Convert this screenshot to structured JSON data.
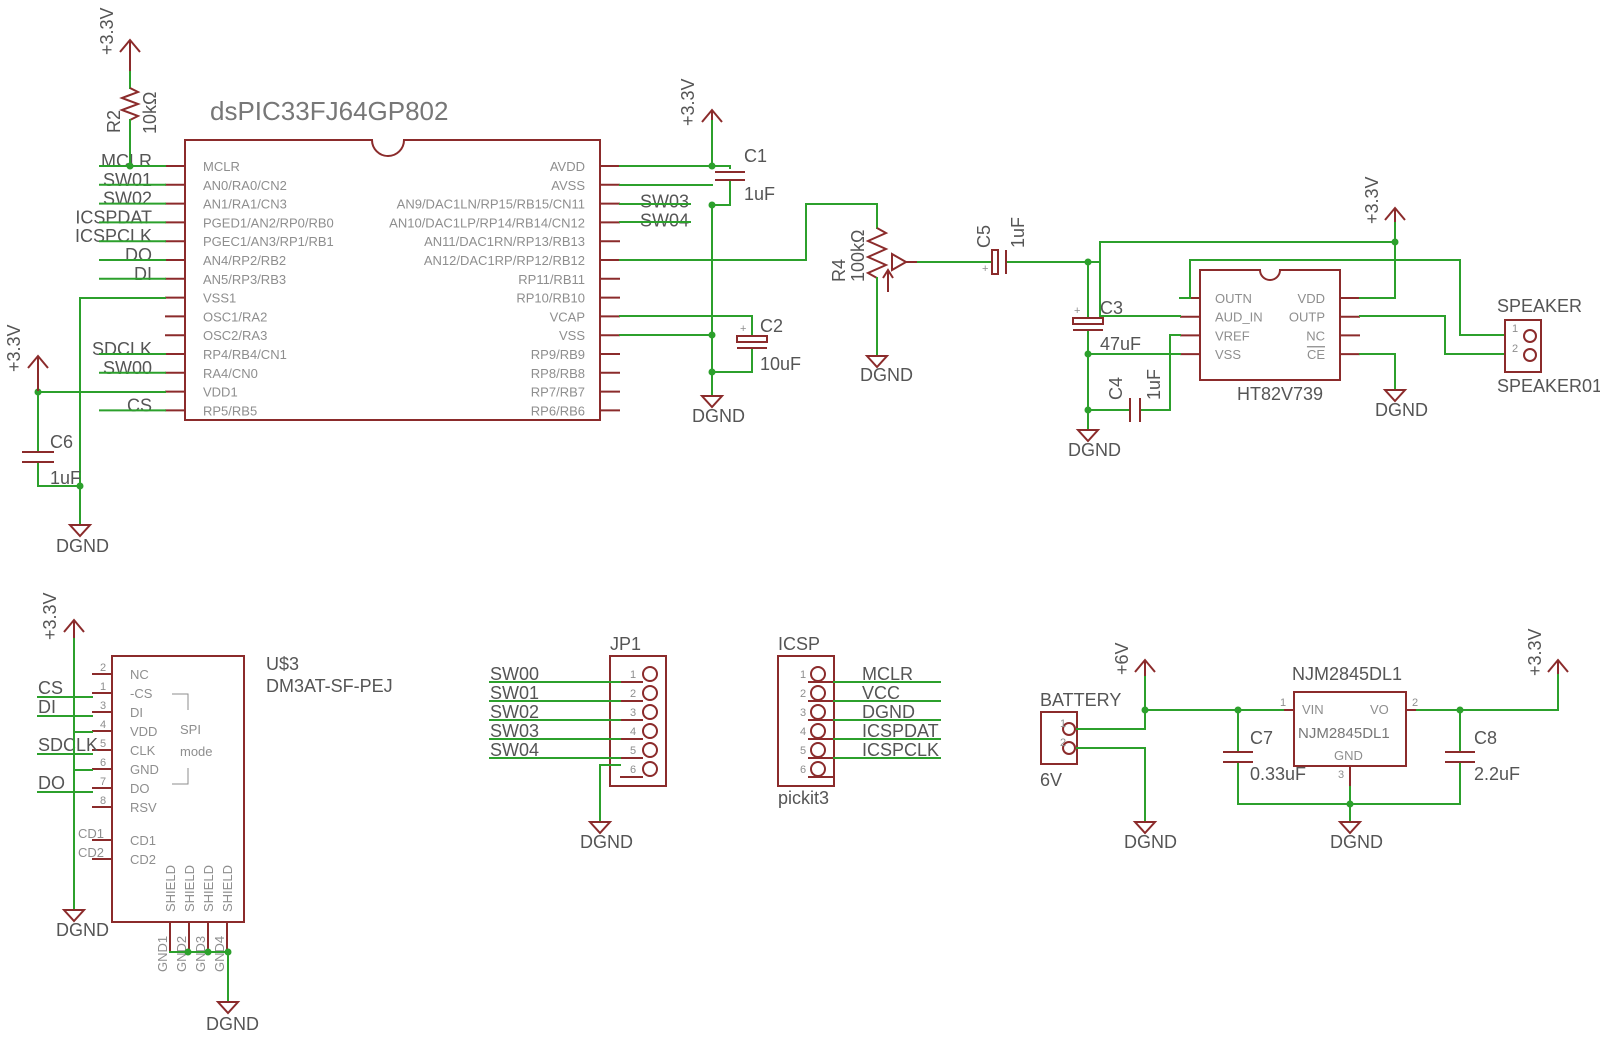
{
  "mcu": {
    "name": "dsPIC33FJ64GP802",
    "left_pins": [
      "MCLR",
      "AN0/RA0/CN2",
      "AN1/RA1/CN3",
      "PGED1/AN2/RP0/RB0",
      "PGEC1/AN3/RP1/RB1",
      "AN4/RP2/RB2",
      "AN5/RP3/RB3",
      "VSS1",
      "OSC1/RA2",
      "OSC2/RA3",
      "RP4/RB4/CN1",
      "RA4/CN0",
      "VDD1",
      "RP5/RB5"
    ],
    "right_pins": [
      "AVDD",
      "AVSS",
      "AN9/DAC1LN/RP15/RB15/CN11",
      "AN10/DAC1LP/RP14/RB14/CN12",
      "AN11/DAC1RN/RP13/RB13",
      "AN12/DAC1RP/RP12/RB12",
      "RP11/RB11",
      "RP10/RB10",
      "VCAP",
      "VSS",
      "RP9/RB9",
      "RP8/RB8",
      "RP7/RB7",
      "RP6/RB6"
    ],
    "left_nets": [
      "MCLR",
      "SW01",
      "SW02",
      "ICSPDAT",
      "ICSPCLK",
      "DO",
      "DI",
      "",
      "",
      "",
      "SDCLK",
      "SW00",
      "",
      "CS"
    ],
    "right_nets": [
      "",
      "",
      "SW03",
      "SW04"
    ]
  },
  "power": {
    "v33": "+3.3V",
    "v6": "+6V",
    "gnd": "DGND"
  },
  "parts": {
    "r2": {
      "name": "R2",
      "value": "10kΩ"
    },
    "r4": {
      "name": "R4",
      "value": "100kΩ"
    },
    "c1": {
      "name": "C1",
      "value": "1uF"
    },
    "c2": {
      "name": "C2",
      "value": "10uF"
    },
    "c3": {
      "name": "C3",
      "value": "47uF"
    },
    "c4": {
      "name": "C4",
      "value": "1uF"
    },
    "c5": {
      "name": "C5",
      "value": "1uF"
    },
    "c6": {
      "name": "C6",
      "value": "1uF"
    },
    "c7": {
      "name": "C7",
      "value": "0.33uF"
    },
    "c8": {
      "name": "C8",
      "value": "2.2uF"
    }
  },
  "amp": {
    "name": "HT82V739",
    "left_pins": [
      "OUTN",
      "AUD_IN",
      "VREF",
      "VSS"
    ],
    "right_pins": [
      "VDD",
      "OUTP",
      "NC",
      "CE"
    ]
  },
  "speaker": {
    "name": "SPEAKER",
    "value": "SPEAKER01",
    "pins": [
      "1",
      "2"
    ]
  },
  "sd": {
    "name": "U$3",
    "value": "DM3AT-SF-PEJ",
    "pins": [
      "NC",
      "-CS",
      "DI",
      "VDD",
      "CLK",
      "GND",
      "DO",
      "RSV"
    ],
    "nums": [
      "2",
      "1",
      "3",
      "4",
      "5",
      "6",
      "7",
      "8"
    ],
    "cd": [
      "CD1",
      "CD2"
    ],
    "cd_inner": [
      "CD1",
      "CD2"
    ],
    "shield": [
      "SHIELD",
      "SHIELD",
      "SHIELD",
      "SHIELD"
    ],
    "gnd_pins": [
      "GND1",
      "GND2",
      "GND3",
      "GND4"
    ],
    "spi": [
      "SPI",
      "mode"
    ],
    "nets": [
      "",
      "CS",
      "DI",
      "",
      "SDCLK",
      "",
      "DO",
      ""
    ]
  },
  "jp1": {
    "name": "JP1",
    "nets": [
      "SW00",
      "SW01",
      "SW02",
      "SW03",
      "SW04"
    ],
    "nums": [
      "1",
      "2",
      "3",
      "4",
      "5",
      "6"
    ]
  },
  "icsp": {
    "name": "ICSP",
    "value": "pickit3",
    "nets": [
      "MCLR",
      "VCC",
      "DGND",
      "ICSPDAT",
      "ICSPCLK"
    ],
    "nums": [
      "1",
      "2",
      "3",
      "4",
      "5",
      "6"
    ]
  },
  "battery": {
    "name": "BATTERY",
    "value": "6V",
    "pins": [
      "1",
      "2"
    ]
  },
  "reg": {
    "name": "NJM2845DL1",
    "inner": "NJM2845DL1",
    "vin": "VIN",
    "vo": "VO",
    "gnd": "GND",
    "nums": [
      "1",
      "2",
      "3"
    ]
  },
  "colors": {
    "wire": "#2ca02c",
    "symbol": "#8b2b2b",
    "label": "#555555",
    "pin_name": "#8e8e8e"
  }
}
